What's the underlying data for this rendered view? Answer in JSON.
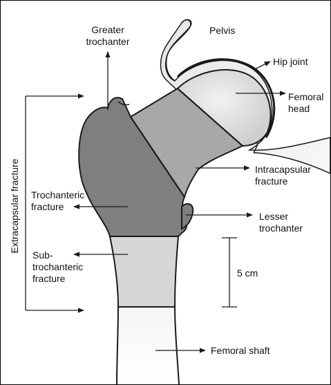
{
  "labels": {
    "greater_trochanter": "Greater\ntrochanter",
    "pelvis": "Pelvis",
    "hip_joint": "Hip joint",
    "femoral_head": "Femoral\nhead",
    "intracapsular_fracture": "Intracapsular\nfracture",
    "extracapsular_fracture": "Extracapsular fracture",
    "trochanteric_fracture": "Trochanteric\nfracture",
    "lesser_trochanter": "Lesser\ntrochanter",
    "subtrochanteric_fracture": "Sub-\ntrochanteric\nfracture",
    "five_cm": "5 cm",
    "femoral_shaft": "Femoral shaft"
  },
  "colors": {
    "dark_bone": "#7f7f7f",
    "medium_bone": "#a8a8a8",
    "light_bone": "#d6d6d6",
    "outline": "#1a1a1a"
  }
}
